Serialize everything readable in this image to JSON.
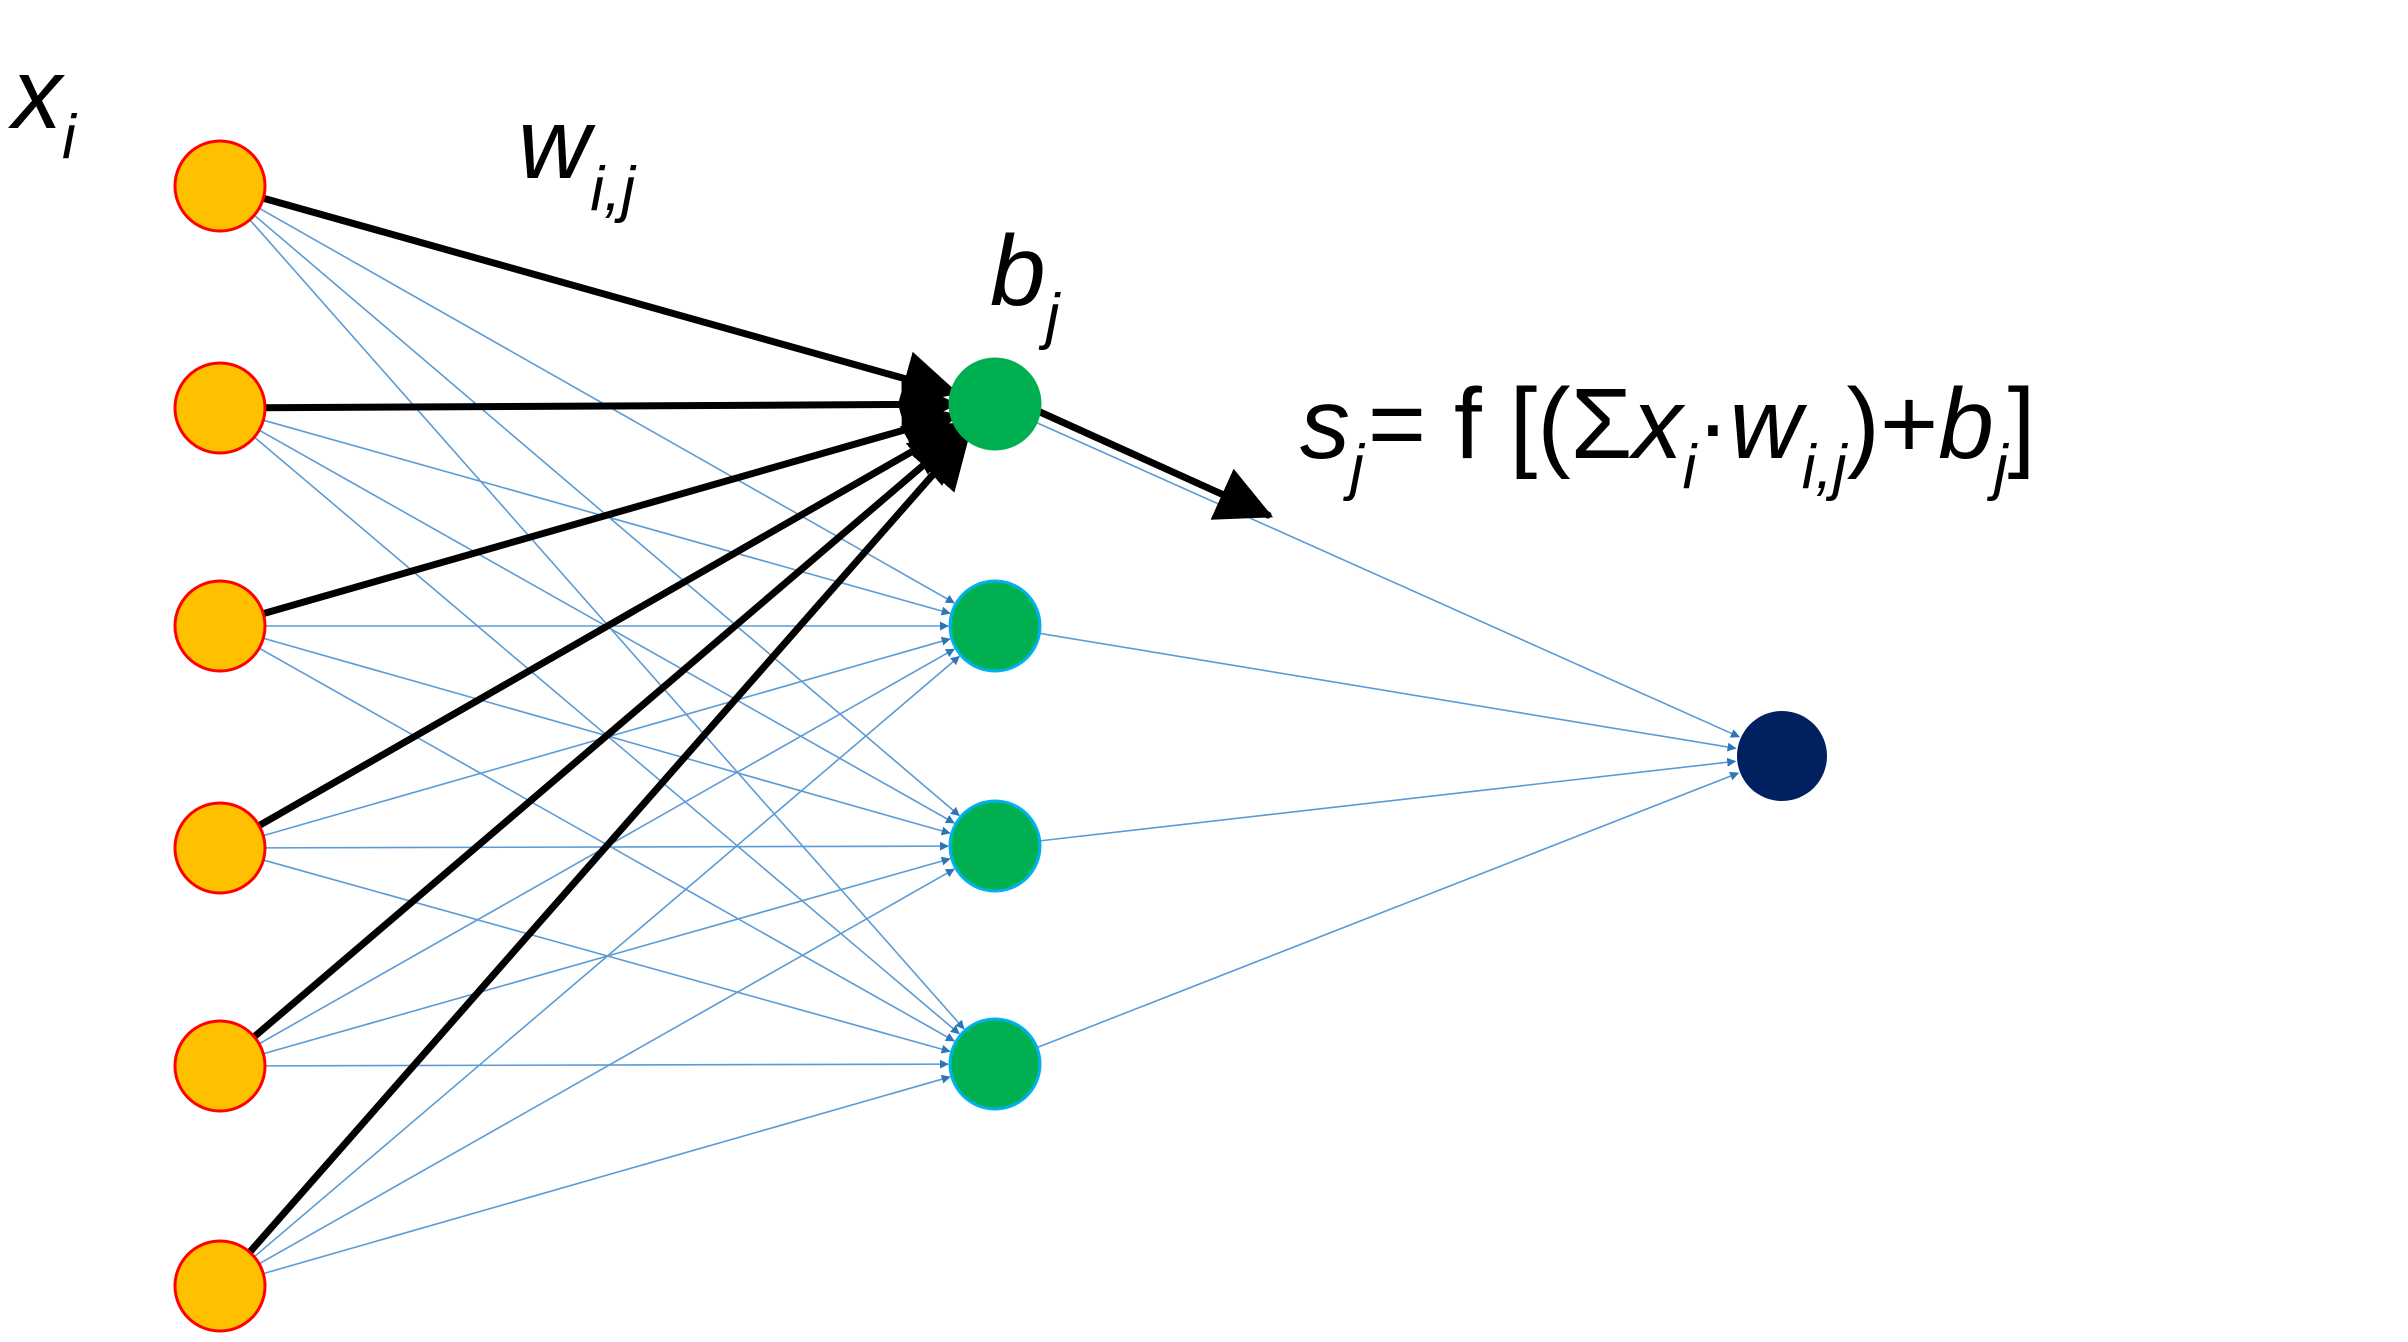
{
  "diagram": {
    "type": "feedforward-neural-network",
    "layers": [
      {
        "role": "input",
        "node_count": 6,
        "fill": "#FFC000",
        "stroke": "#FF0000"
      },
      {
        "role": "hidden",
        "node_count": 4,
        "fill": "#00B050",
        "stroke_highlighted": "#00B050",
        "stroke": "#00B0F0"
      },
      {
        "role": "output",
        "node_count": 1,
        "fill": "#002060"
      }
    ],
    "highlighted_neuron_index": 0,
    "colors": {
      "highlight_edge": "#000000",
      "edge": "#5B9BD5",
      "arrowhead": "#2E75B6"
    },
    "labels": {
      "input_main": "x",
      "input_sub": "i",
      "weight_main": "w",
      "weight_sub": "i,j",
      "bias_main": "b",
      "bias_sub": "j"
    },
    "equation": {
      "s": "s",
      "s_sub": "j",
      "eq_f": "= f [(Σ",
      "x": "x",
      "x_sub": "i",
      "dot": "·",
      "w": "w",
      "w_sub": "i,j",
      "plus": ")+",
      "b": "b",
      "b_sub": "j",
      "close": "]"
    }
  }
}
